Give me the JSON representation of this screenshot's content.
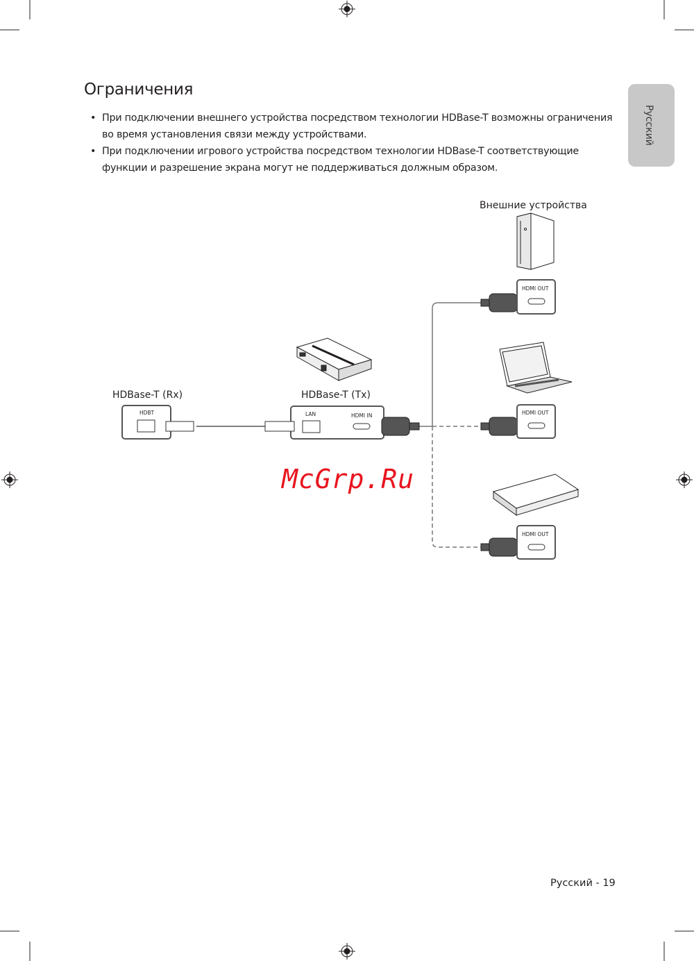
{
  "page": {
    "title": "Ограничения",
    "bullets": [
      "При подключении внешнего устройства посредством технологии HDBase-T возможны ограничения во время установления связи между устройствами.",
      "При подключении игрового устройства посредством технологии HDBase-T соответствующие функции и разрешение экрана могут не поддерживаться должным образом."
    ],
    "side_tab": "Русский",
    "footer": "Русский - 19",
    "watermark": "McGrp.Ru"
  },
  "diagram": {
    "external_devices_label": "Внешние устройства",
    "rx_label": "HDBase-T (Rx)",
    "tx_label": "HDBase-T (Tx)",
    "rx_port": "HDBT",
    "tx_lan_port": "LAN",
    "tx_hdmi_port": "HDMI IN",
    "device_ports": [
      "HDMI OUT",
      "HDMI OUT",
      "HDMI OUT"
    ]
  }
}
